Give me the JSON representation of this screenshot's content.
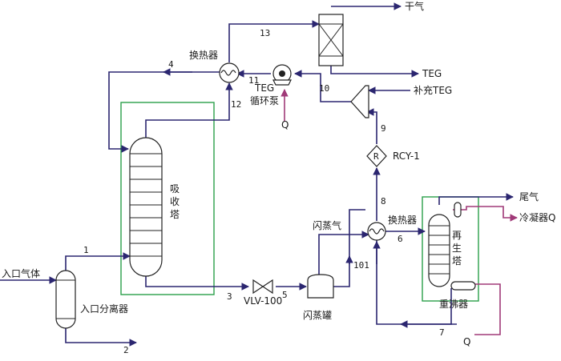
{
  "labels": {
    "dry_gas": "干气",
    "teg_out": "TEG",
    "makeup_teg": "补充TEG",
    "hx_top": "换热器",
    "teg_pump": "TEG\n循环泵",
    "q_pump": "Q",
    "absorber": "吸\n收\n塔",
    "inlet_gas": "入口气体",
    "inlet_sep": "入口分离器",
    "valve": "VLV-100",
    "flash_gas": "闪蒸气",
    "flash_drum": "闪蒸罐",
    "rcy": "RCY-1",
    "hx_mid": "换热器",
    "tail_gas": "尾气",
    "condenser_q": "冷凝器Q",
    "regenerator": "再\n生\n塔",
    "reboiler": "重沸器",
    "q_reboiler": "Q"
  },
  "streams": [
    "1",
    "2",
    "3",
    "4",
    "5",
    "6",
    "7",
    "8",
    "9",
    "10",
    "11",
    "12",
    "13",
    "101"
  ],
  "colors": {
    "process_line": "#2b2670",
    "energy_line": "#a03a78",
    "boundary": "#2aa04a"
  }
}
